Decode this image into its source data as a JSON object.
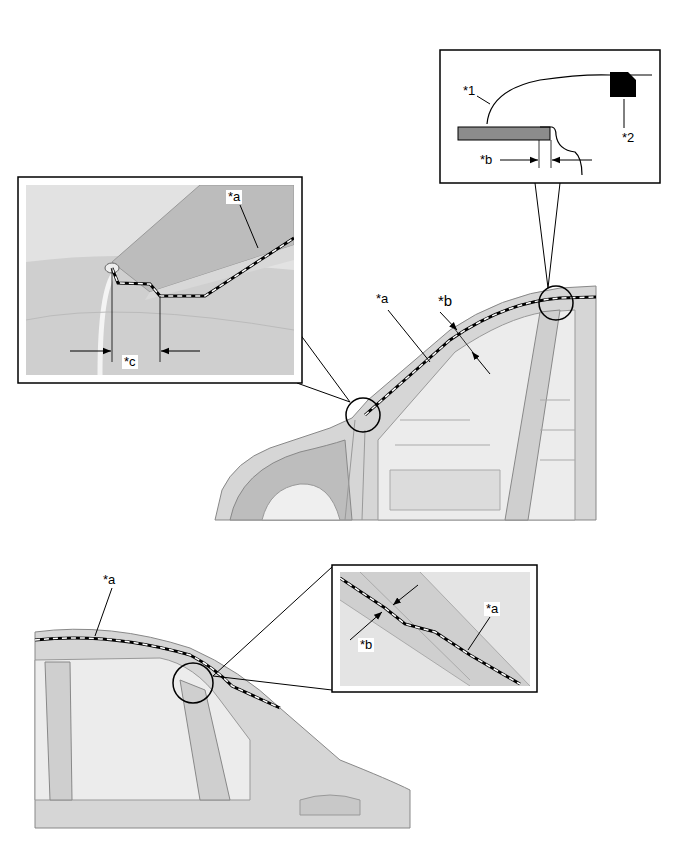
{
  "diagram": {
    "labels": [
      "*1",
      "*2",
      "*b",
      "*a",
      "*c",
      "*a",
      "*b",
      "*a",
      "*a",
      "*b"
    ]
  }
}
